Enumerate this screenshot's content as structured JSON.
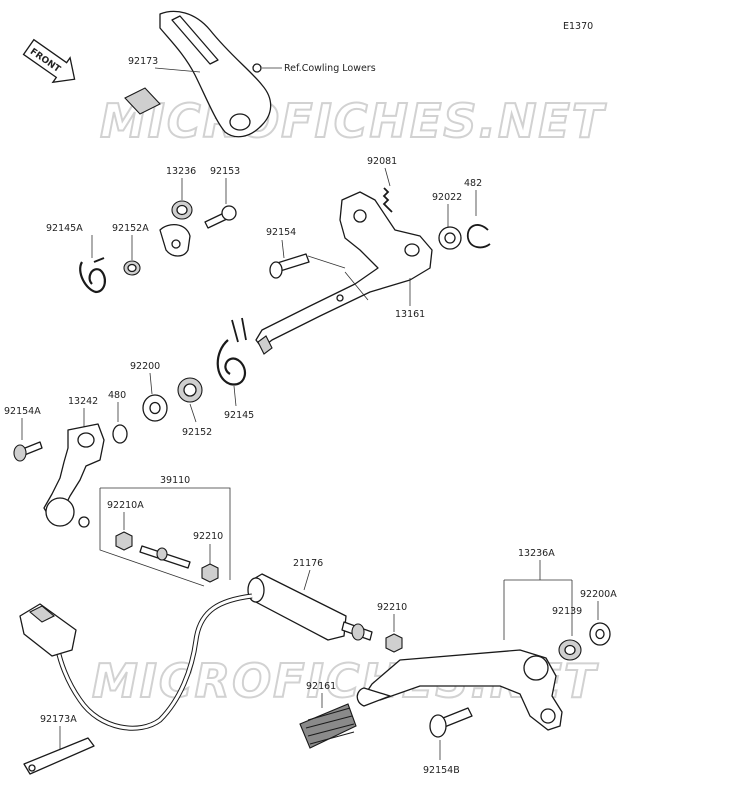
{
  "diagram_code": "E1370",
  "watermark": "MICROFICHES.NET",
  "front_badge": "FRONT",
  "reference_note": "Ref.Cowling Lowers",
  "part_labels": {
    "p92173": "92173",
    "p13236": "13236",
    "p92153": "92153",
    "p92081": "92081",
    "p92022": "92022",
    "p482": "482",
    "p92145A": "92145A",
    "p92152A": "92152A",
    "p92154": "92154",
    "p13161": "13161",
    "p92200": "92200",
    "p92152": "92152",
    "p92145": "92145",
    "p92154A": "92154A",
    "p13242": "13242",
    "p480": "480",
    "p39110": "39110",
    "p92210A": "92210A",
    "p92210a": "92210",
    "p21176": "21176",
    "p92210b": "92210",
    "p13236A": "13236A",
    "p92139": "92139",
    "p92200A": "92200A",
    "p92161": "92161",
    "p92173A": "92173A",
    "p92154B": "92154B"
  }
}
